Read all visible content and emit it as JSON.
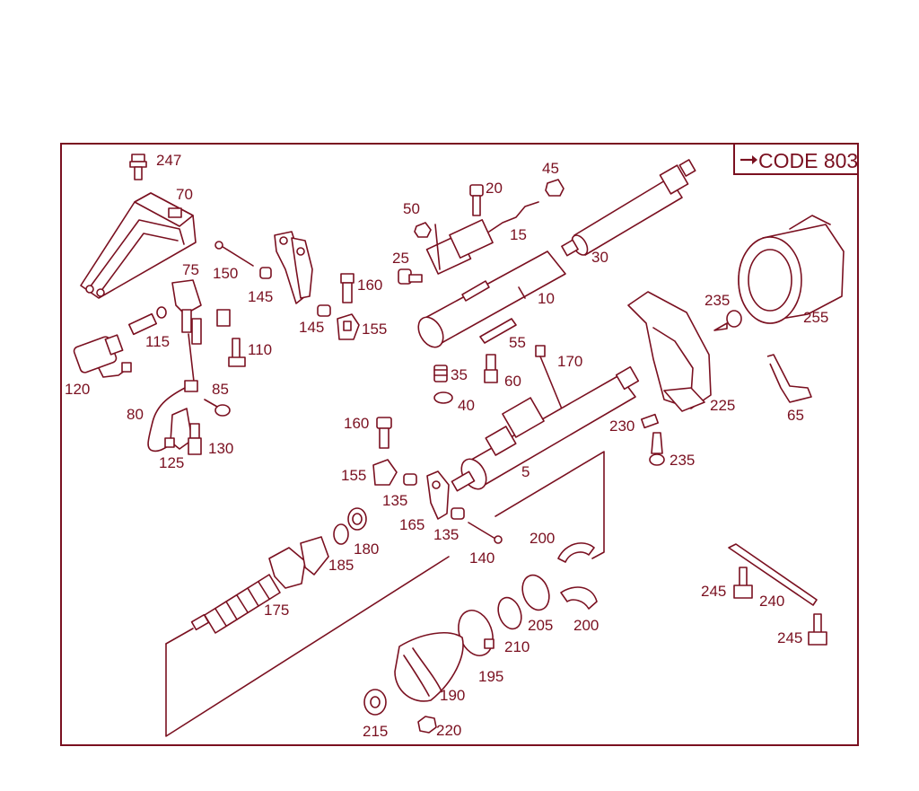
{
  "code_box": {
    "label": "CODE 803",
    "arrow_icon": "right-arrow-icon"
  },
  "colors": {
    "ink": "#7a1020",
    "background": "#ffffff"
  },
  "labels": {
    "p5": "5",
    "p10": "10",
    "p15": "15",
    "p20": "20",
    "p25": "25",
    "p30": "30",
    "p35": "35",
    "p40": "40",
    "p45": "45",
    "p50": "50",
    "p55": "55",
    "p60": "60",
    "p65": "65",
    "p70": "70",
    "p75": "75",
    "p80": "80",
    "p85": "85",
    "p110": "110",
    "p115": "115",
    "p120": "120",
    "p125": "125",
    "p130": "130",
    "p135a": "135",
    "p135b": "135",
    "p140": "140",
    "p145a": "145",
    "p145b": "145",
    "p150": "150",
    "p155a": "155",
    "p155b": "155",
    "p160a": "160",
    "p160b": "160",
    "p165": "165",
    "p170": "170",
    "p175": "175",
    "p180": "180",
    "p185": "185",
    "p190": "190",
    "p195": "195",
    "p200a": "200",
    "p200b": "200",
    "p205": "205",
    "p210": "210",
    "p215": "215",
    "p220": "220",
    "p225": "225",
    "p230": "230",
    "p235a": "235",
    "p235b": "235",
    "p240": "240",
    "p245a": "245",
    "p245b": "245",
    "p247": "247",
    "p255": "255"
  }
}
